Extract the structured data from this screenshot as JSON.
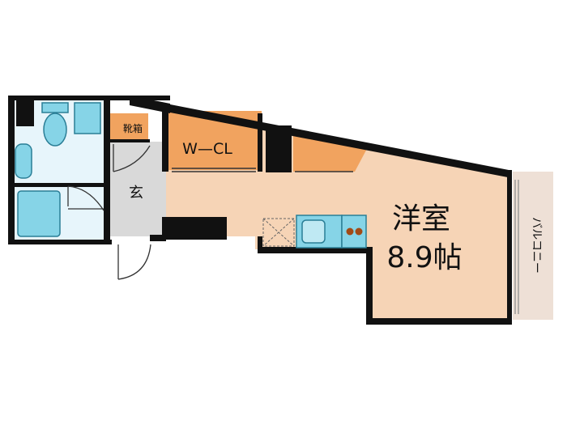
{
  "rooms": {
    "western_room": {
      "name": "洋室",
      "size": "8.9帖"
    },
    "walk_in_closet": "W—CL",
    "shoe_cabinet": "靴箱",
    "entrance": "玄",
    "balcony": "バルコニー"
  },
  "colors": {
    "wall": "#111111",
    "floor": "#f6d4b6",
    "closet": "#f1a35f",
    "wet_area": "#e7f5fb",
    "fixture": "#86d4e7",
    "entrance": "#d9d9d9",
    "balcony": "#eee0d6",
    "fixture_edge": "#2a7e96",
    "burner": "#a24a16"
  }
}
